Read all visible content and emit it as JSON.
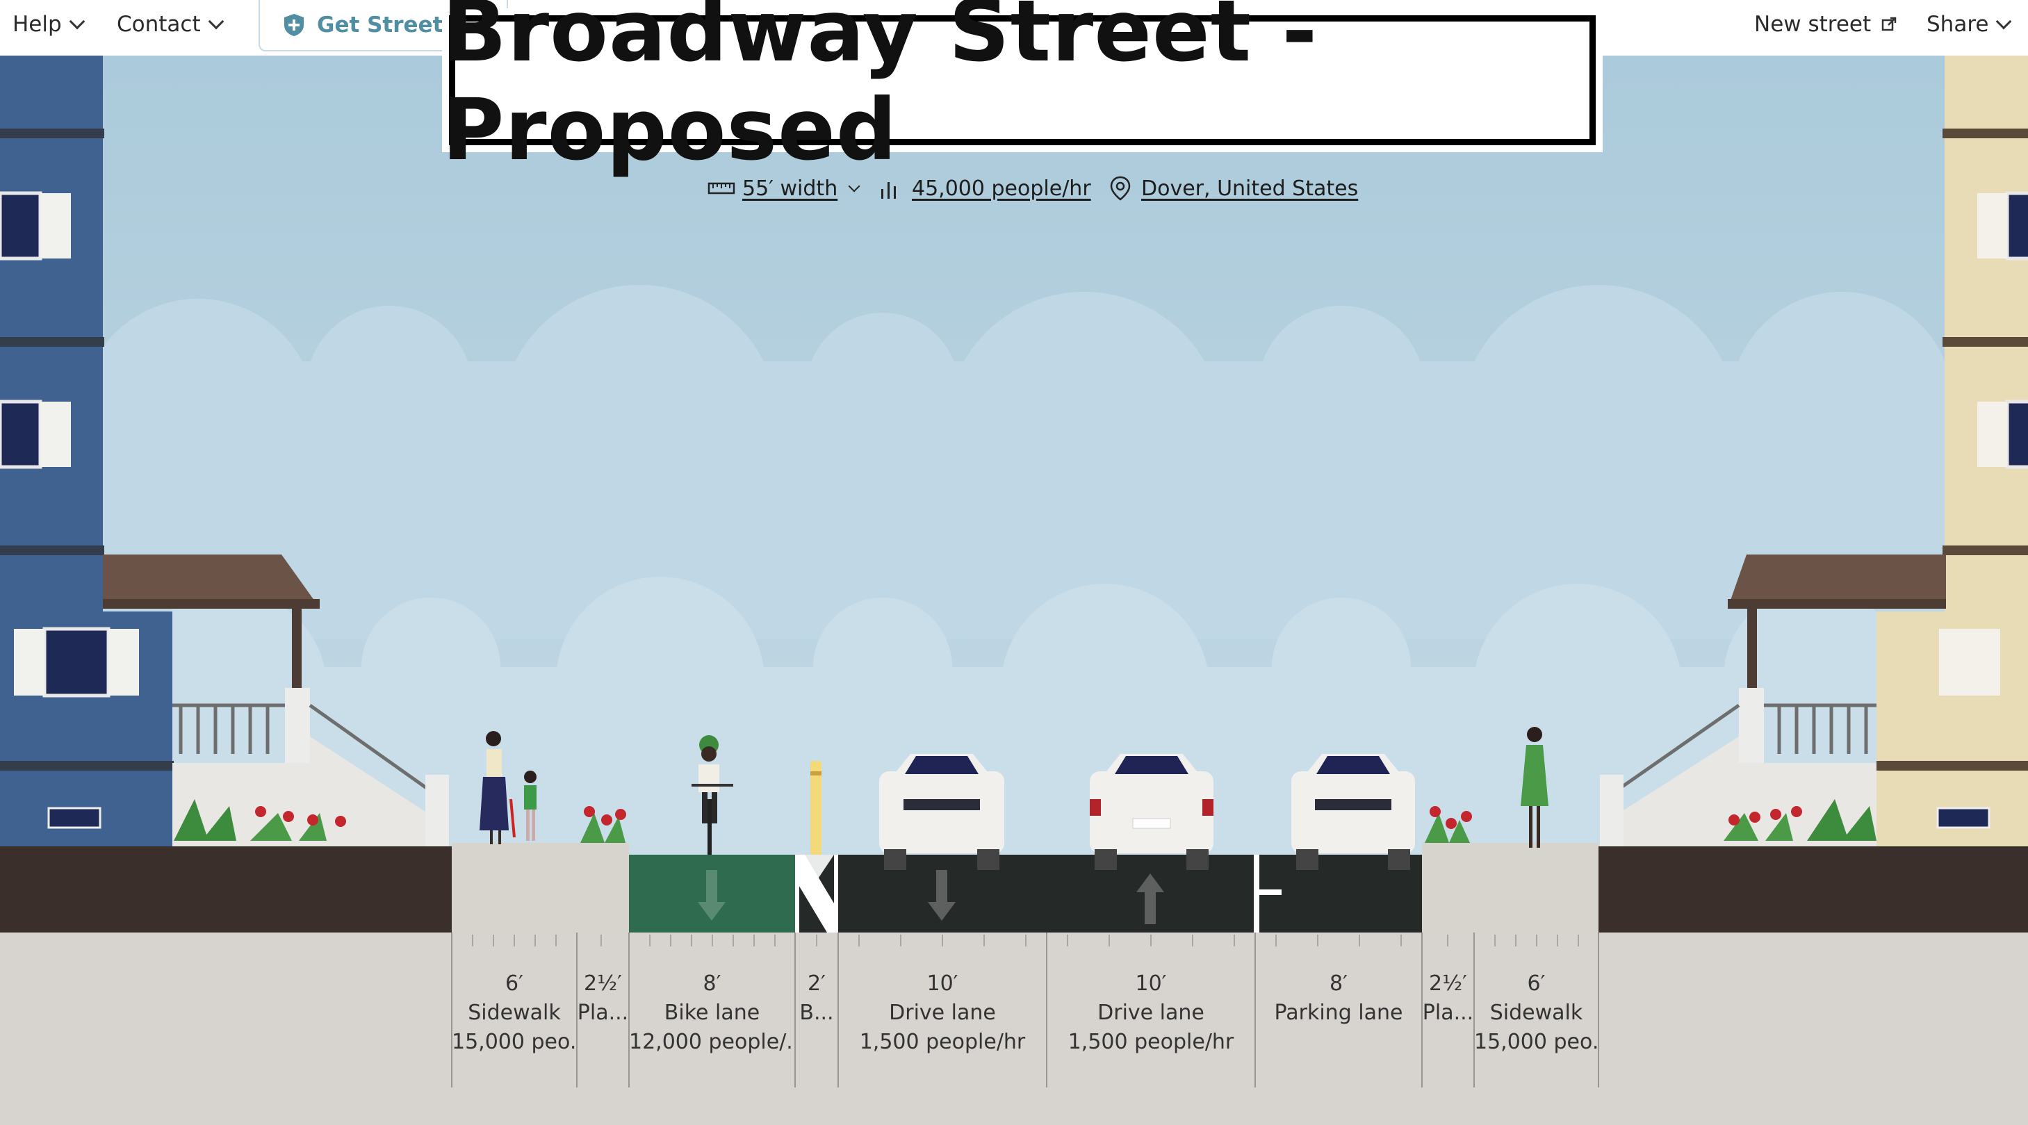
{
  "nav": {
    "help": "Help",
    "contact": "Contact",
    "get_streetmix": "Get Streetm",
    "new_street": "New street",
    "share": "Share"
  },
  "street": {
    "title": "Broadway Street - Proposed",
    "width": "55′ width",
    "capacity": "45,000 people/hr",
    "location": "Dover, United States"
  },
  "segments": [
    {
      "width": "6′",
      "name": "Sidewalk",
      "capacity": "15,000 peo..."
    },
    {
      "width": "2½′",
      "name": "Pla...",
      "capacity": ""
    },
    {
      "width": "8′",
      "name": "Bike lane",
      "capacity": "12,000 people/..."
    },
    {
      "width": "2′",
      "name": "B...",
      "capacity": ""
    },
    {
      "width": "10′",
      "name": "Drive lane",
      "capacity": "1,500 people/hr"
    },
    {
      "width": "10′",
      "name": "Drive lane",
      "capacity": "1,500 people/hr"
    },
    {
      "width": "8′",
      "name": "Parking lane",
      "capacity": ""
    },
    {
      "width": "2½′",
      "name": "Pla...",
      "capacity": ""
    },
    {
      "width": "6′",
      "name": "Sidewalk",
      "capacity": "15,000 peo..."
    }
  ],
  "colors": {
    "sky": "#b9d3e0",
    "bike_lane": "#2e6b4f",
    "drive_lane": "#252a28",
    "sidewalk": "#d6d2cc",
    "ground": "#d7d3ce",
    "building_left": "#3f6291",
    "building_right": "#e8dcb6"
  },
  "icons": {
    "ruler": "ruler-icon",
    "bars": "bars-icon",
    "pin": "map-pin-icon",
    "shield": "shield-plus-icon",
    "external": "external-link-icon"
  }
}
